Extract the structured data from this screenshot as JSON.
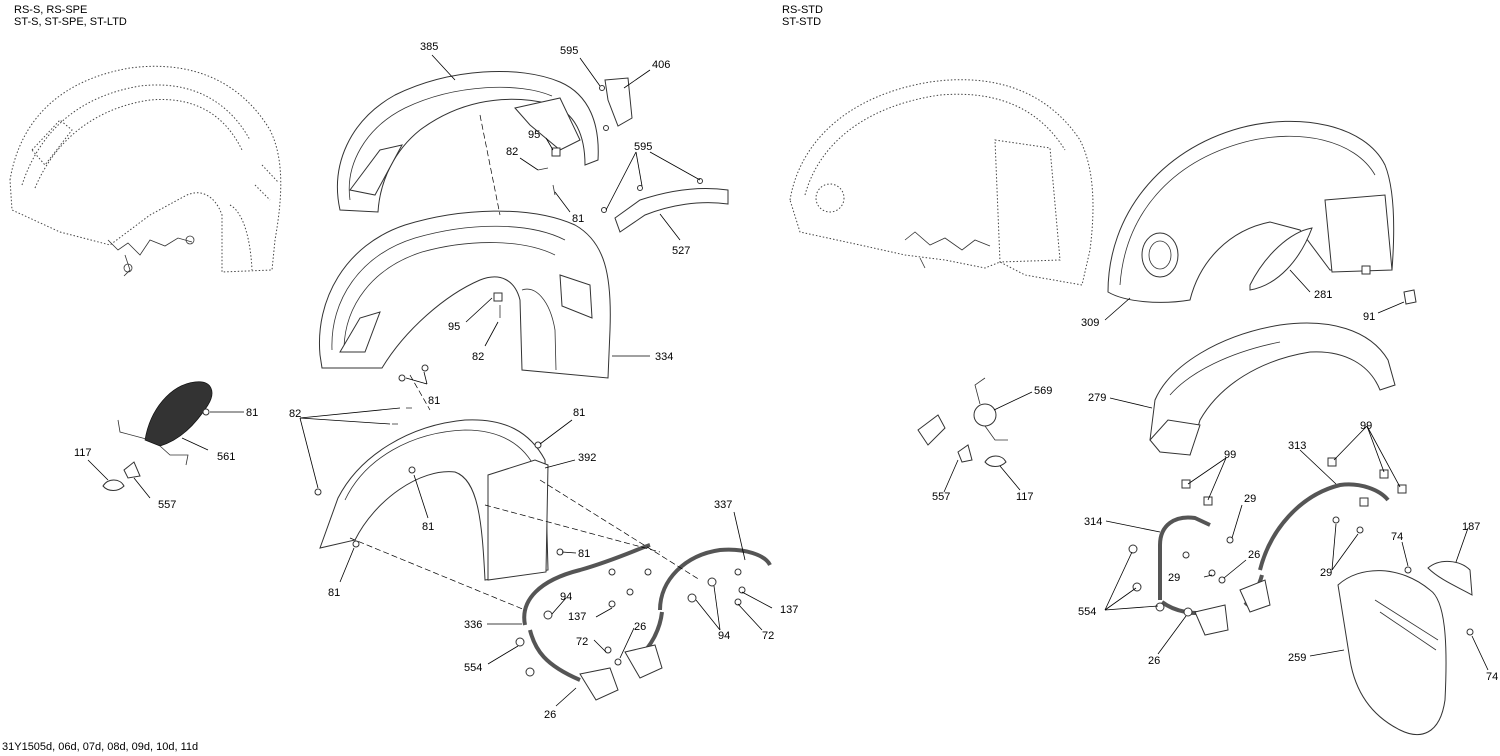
{
  "variants": {
    "left": [
      "RS-S, RS-SPE",
      "ST-S, ST-SPE, ST-LTD"
    ],
    "right": [
      "RS-STD",
      "ST-STD"
    ]
  },
  "footer": "31Y1505d, 06d, 07d, 08d, 09d, 10d, 11d",
  "callouts": {
    "c385": "385",
    "c595a": "595",
    "c406": "406",
    "c95a": "95",
    "c82a": "82",
    "c81a": "81",
    "c595b": "595",
    "c527": "527",
    "c95b": "95",
    "c82b": "82",
    "c334": "334",
    "c81b": "81",
    "c81c": "81",
    "c561": "561",
    "c117a": "117",
    "c557a": "557",
    "c82c": "82",
    "c81d": "81",
    "c392": "392",
    "c81e": "81",
    "c81f": "81",
    "c81g": "81",
    "c337": "337",
    "c94a": "94",
    "c137a": "137",
    "c336": "336",
    "c72a": "72",
    "c26a": "26",
    "c94b": "94",
    "c137b": "137",
    "c72b": "72",
    "c554a": "554",
    "c26b": "26",
    "c309": "309",
    "c281": "281",
    "c91": "91",
    "c279": "279",
    "c569": "569",
    "c557b": "557",
    "c117b": "117",
    "c99a": "99",
    "c313": "313",
    "c99b": "99",
    "c29a": "29",
    "c314": "314",
    "c26c": "26",
    "c29b": "29",
    "c187": "187",
    "c74a": "74",
    "c29c": "29",
    "c554b": "554",
    "c259": "259",
    "c26d": "26",
    "c74b": "74"
  }
}
